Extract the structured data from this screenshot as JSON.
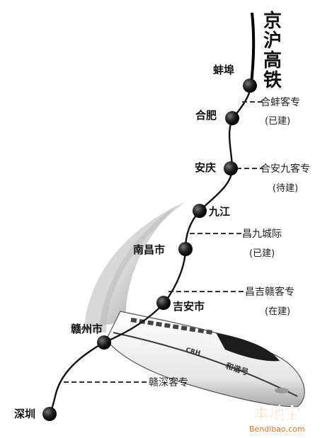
{
  "title_chars": [
    "京",
    "沪",
    "高",
    "铁"
  ],
  "stations": [
    {
      "id": "bengbu",
      "name": "蚌埠"
    },
    {
      "id": "hefei",
      "name": "合肥"
    },
    {
      "id": "anqing",
      "name": "安庆"
    },
    {
      "id": "jiujiang",
      "name": "九江"
    },
    {
      "id": "nanchang",
      "name": "南昌市"
    },
    {
      "id": "jian",
      "name": "吉安市"
    },
    {
      "id": "ganzhou",
      "name": "赣州市"
    },
    {
      "id": "shenzhen",
      "name": "深圳"
    }
  ],
  "branches": [
    {
      "id": "he-beng",
      "name": "合蚌客专",
      "status": "(已建)"
    },
    {
      "id": "he-an-jiu",
      "name": "合安九客专",
      "status": "(待建)"
    },
    {
      "id": "chang-jiu",
      "name": "昌九城际",
      "status": "(已建)"
    },
    {
      "id": "chang-ji-gan",
      "name": "昌吉赣客专",
      "status": "(在建)"
    },
    {
      "id": "gan-shen",
      "name": "赣深客专",
      "status": ""
    }
  ],
  "train": {
    "logo_text": "CRH",
    "side_text": "和谐号"
  },
  "watermark": {
    "logo_text": "本地宝",
    "url_text": "Bendibao.com"
  },
  "colors": {
    "line": "#111111",
    "station_dot": "#1a1a1a",
    "dash": "#333333",
    "watermark": "#e8731c"
  }
}
